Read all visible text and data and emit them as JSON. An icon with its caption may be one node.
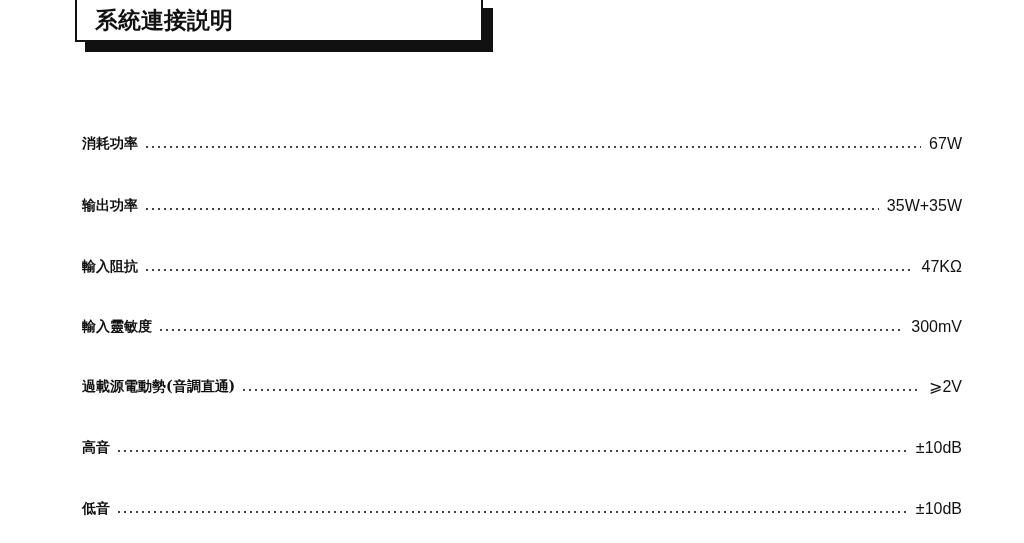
{
  "diagram": {
    "nodes": [
      {
        "text": [
          "系統連接説明"
        ]
      }
    ],
    "labels": [
      "消耗功率",
      "67W",
      "输出功率",
      "35W+35W",
      "輸入阻抗",
      "47KΩ",
      "輸入靈敏度",
      "300mV",
      "過載源電動勢(音調直通)",
      "⩾2V",
      "高音",
      "±10dB",
      "低音",
      "±10dB"
    ]
  }
}
